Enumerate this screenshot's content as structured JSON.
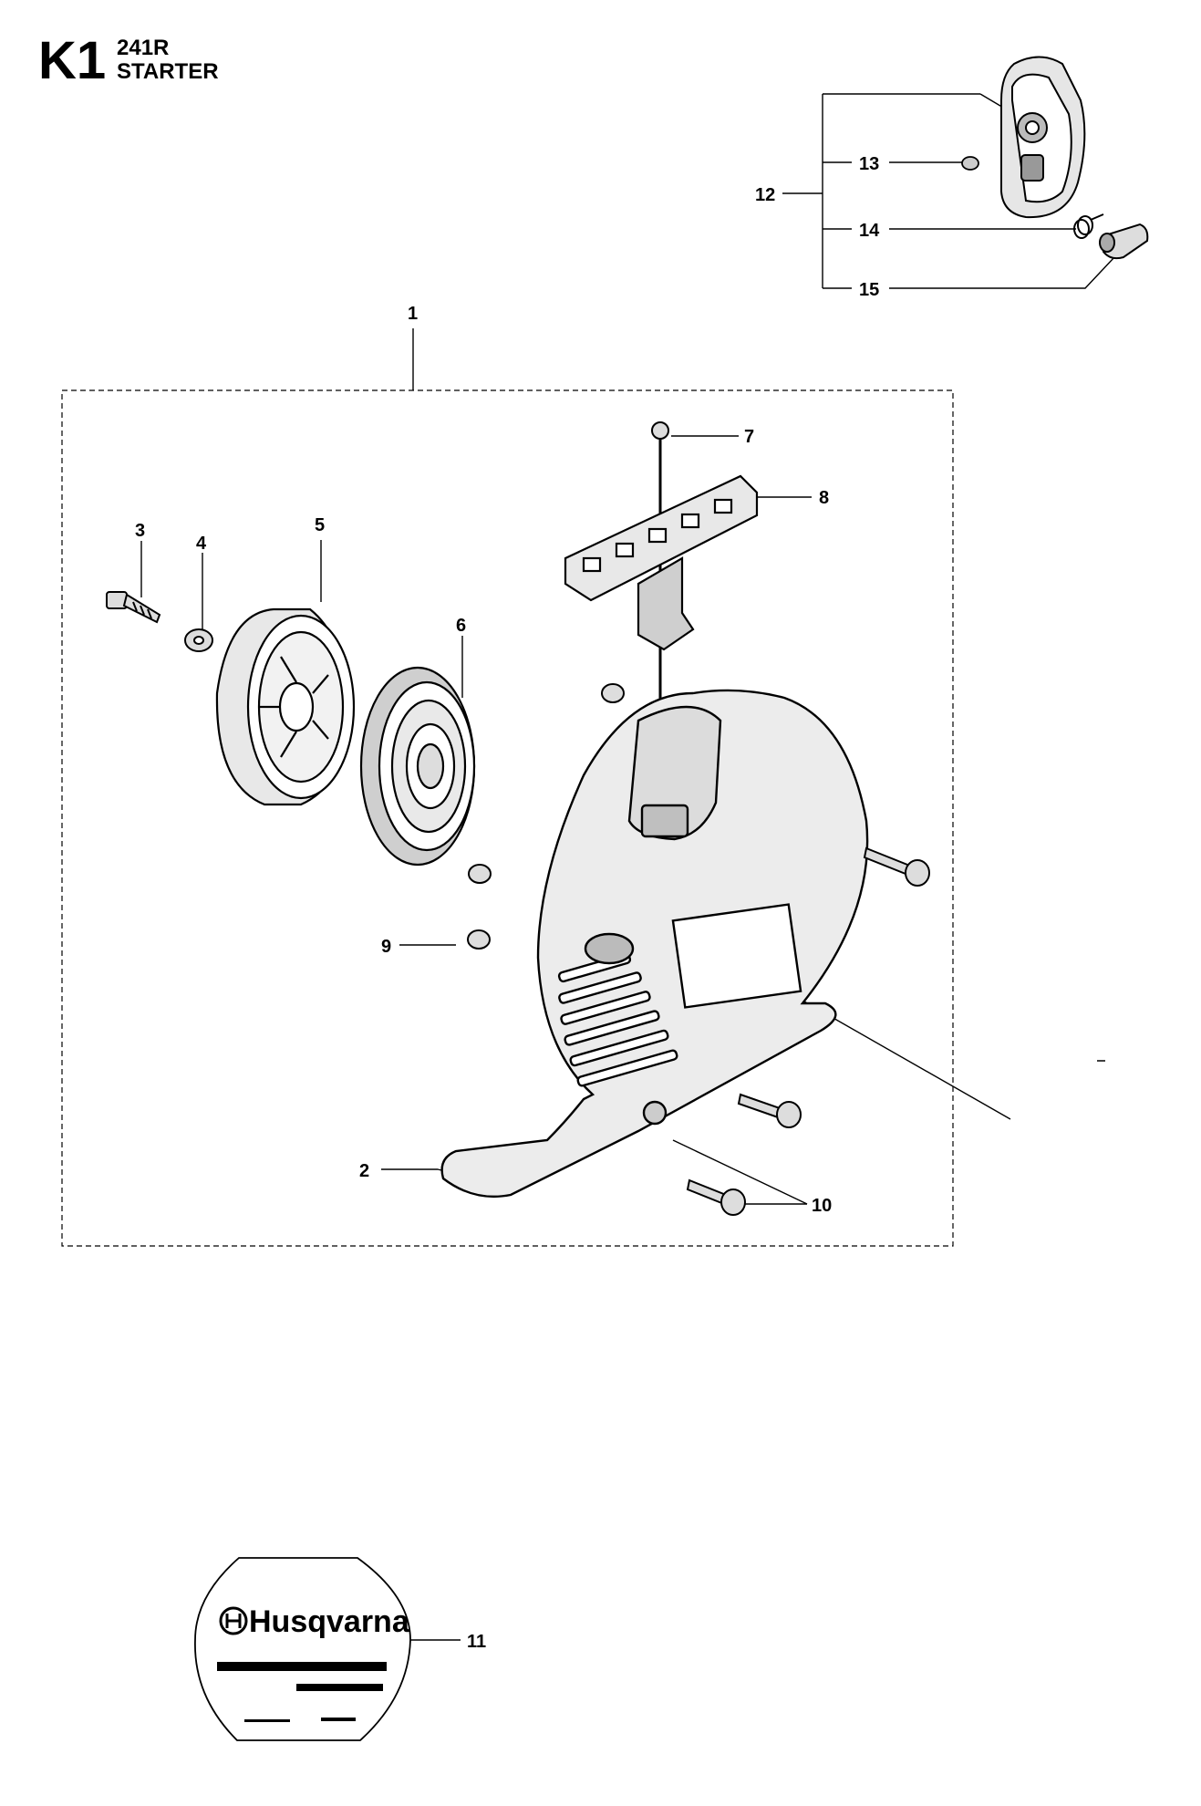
{
  "header": {
    "section_code": "K1",
    "model": "241R",
    "title": "STARTER"
  },
  "callouts": [
    {
      "id": "1",
      "label": "1"
    },
    {
      "id": "2",
      "label": "2"
    },
    {
      "id": "3",
      "label": "3"
    },
    {
      "id": "4",
      "label": "4"
    },
    {
      "id": "5",
      "label": "5"
    },
    {
      "id": "6",
      "label": "6"
    },
    {
      "id": "7",
      "label": "7"
    },
    {
      "id": "8",
      "label": "8"
    },
    {
      "id": "9",
      "label": "9"
    },
    {
      "id": "10",
      "label": "10"
    },
    {
      "id": "11",
      "label": "11"
    },
    {
      "id": "12",
      "label": "12"
    },
    {
      "id": "13",
      "label": "13"
    },
    {
      "id": "14",
      "label": "14"
    },
    {
      "id": "15",
      "label": "15"
    }
  ],
  "decal": {
    "brand": "Husqvarna"
  },
  "colors": {
    "ink": "#000000",
    "paper": "#ffffff"
  }
}
